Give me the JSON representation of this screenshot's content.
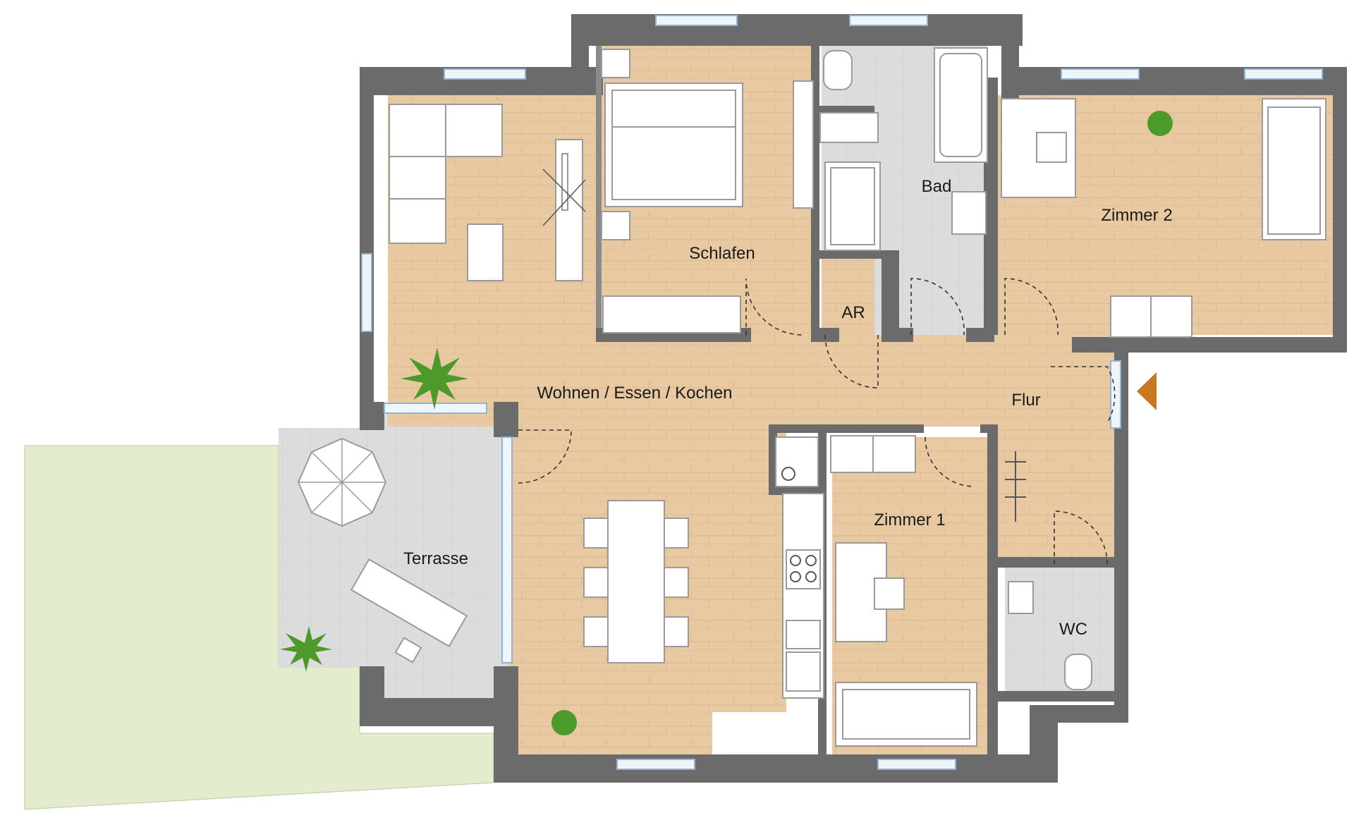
{
  "rooms": {
    "wohnen": "Wohnen / Essen / Kochen",
    "schlafen": "Schlafen",
    "bad": "Bad",
    "zimmer2": "Zimmer 2",
    "ar": "AR",
    "flur": "Flur",
    "terrasse": "Terrasse",
    "zimmer1": "Zimmer 1",
    "wc": "WC"
  },
  "colors": {
    "floor_wood": "#e8c9a2",
    "floor_tile": "#d9d9d9",
    "wall": "#6b6b6b",
    "garden": "#e3edcd",
    "entrance_marker": "#c8781e",
    "plant": "#4c9a2a"
  }
}
